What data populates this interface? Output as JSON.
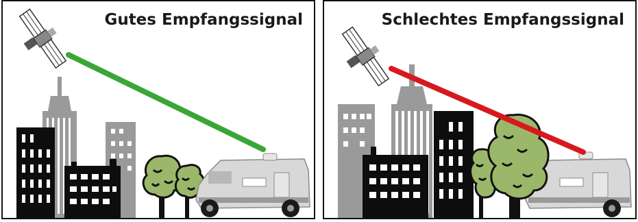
{
  "panels": [
    {
      "title": "Gutes Empfangssignal",
      "signal_color": "#3aa637",
      "signal_quality": "good"
    },
    {
      "title": "Schlechtes Empfangssignal",
      "signal_color": "#d7191f",
      "signal_quality": "bad"
    }
  ],
  "colors": {
    "building_black": "#0d0d0d",
    "building_gray": "#9a9a9a",
    "window_white": "#ffffff",
    "tree_green": "#9bb86a",
    "tree_outline": "#111111",
    "rv_body": "#d8d8d8",
    "satellite": "#555555"
  }
}
